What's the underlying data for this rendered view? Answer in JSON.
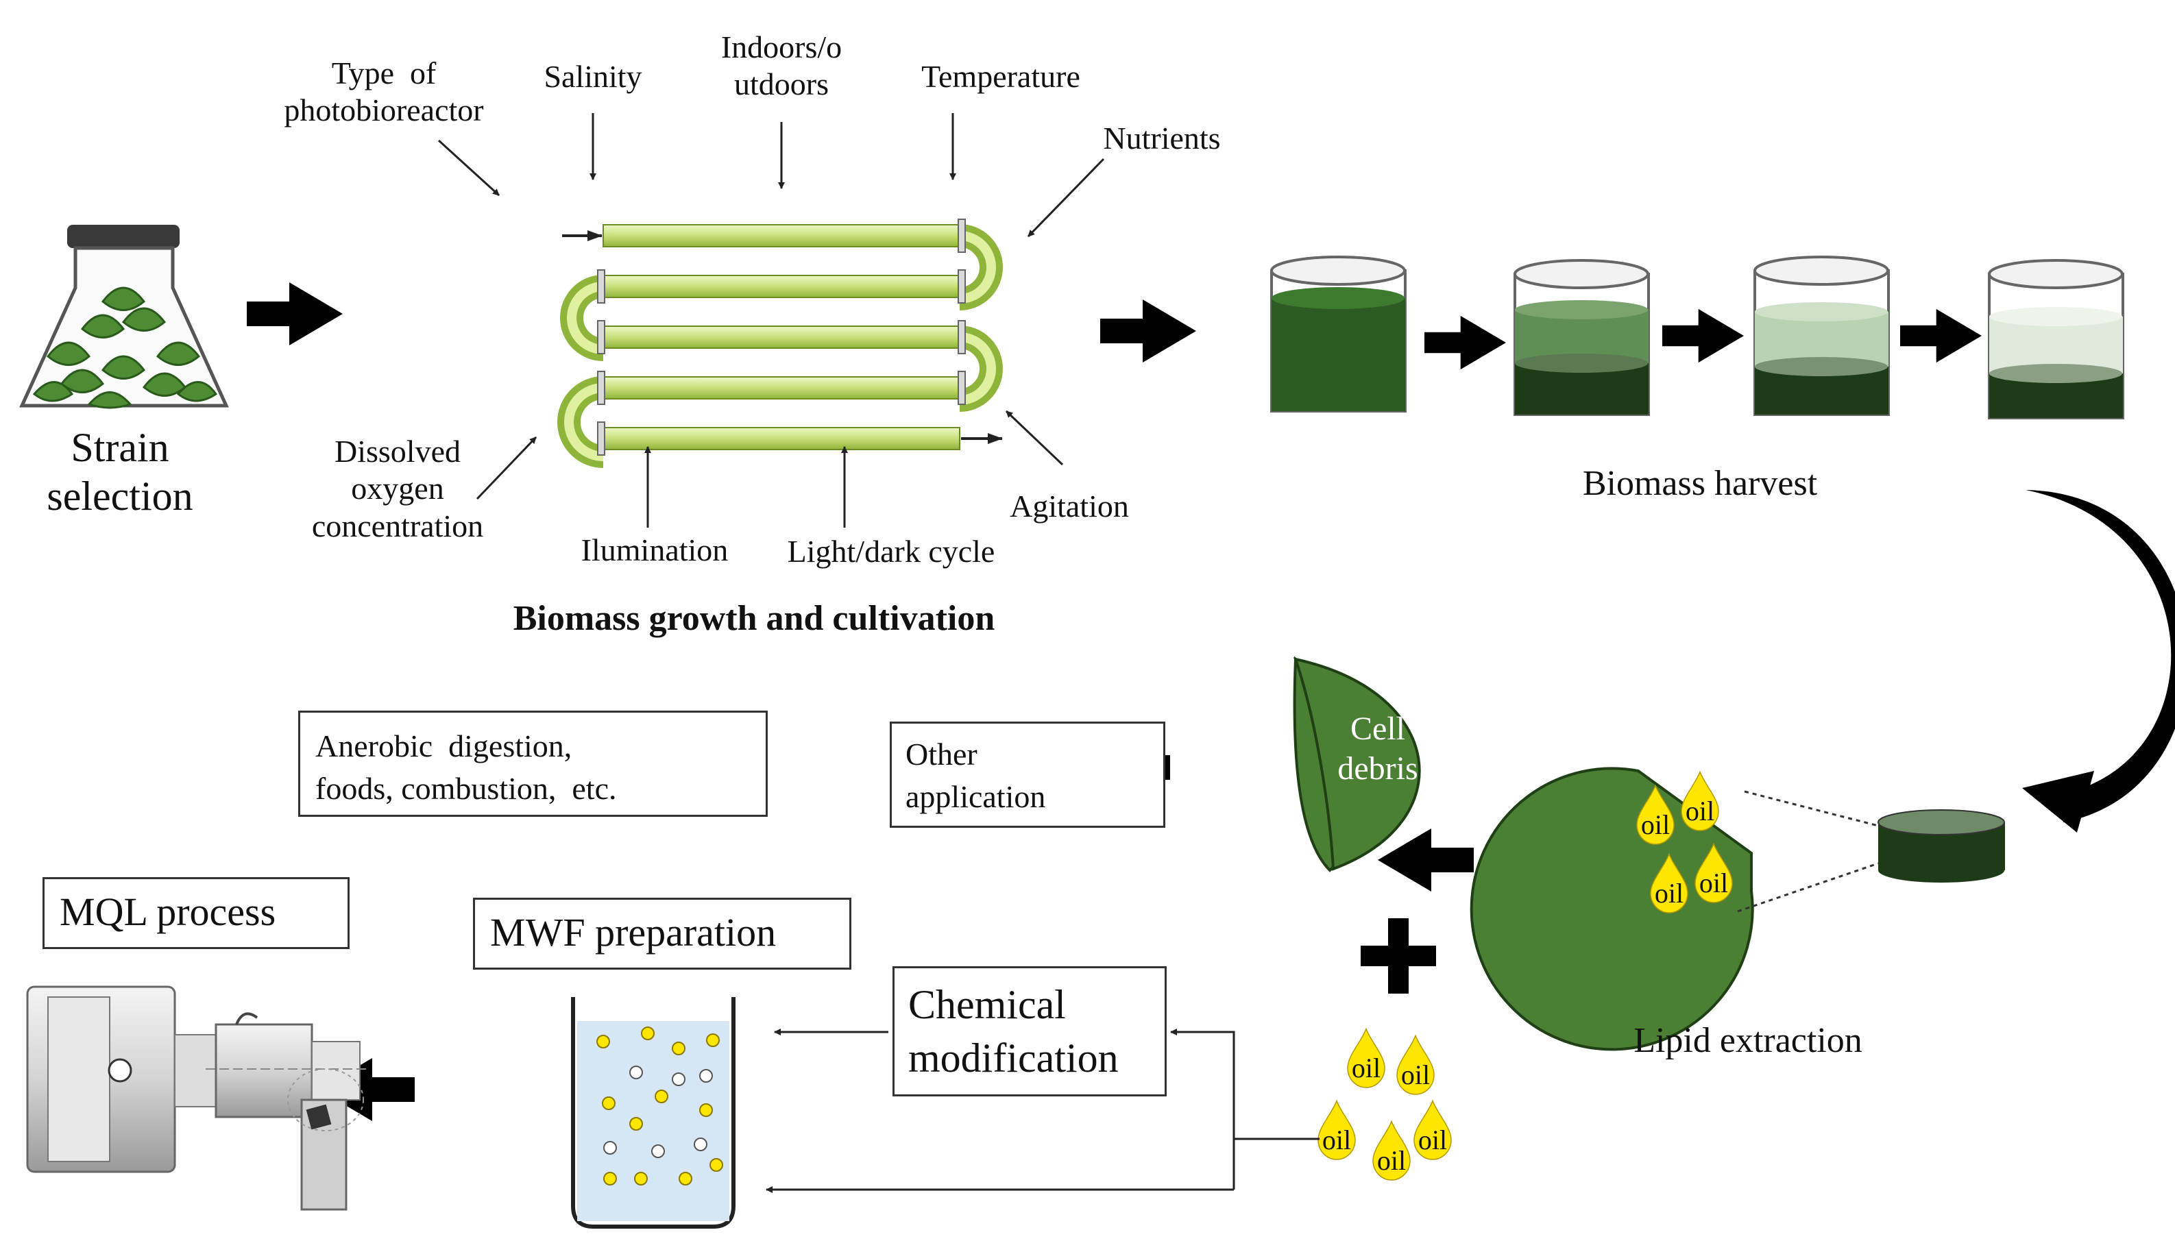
{
  "stages": {
    "strain": "Strain\nselection",
    "growth_title": "Biomass growth and cultivation",
    "harvest": "Biomass harvest",
    "lipid": "Lipid extraction"
  },
  "factors": {
    "type": "Type  of\nphotobioreactor",
    "salinity": "Salinity",
    "indoors": "Indoors/o\nutdoors",
    "temperature": "Temperature",
    "nutrients": "Nutrients",
    "dissolved": "Dissolved\noxygen\nconcentration",
    "illumination": "Ilumination",
    "lightdark": "Light/dark  cycle",
    "agitation": "Agitation"
  },
  "debris": "Cell\ndebris",
  "oil_label": "oil",
  "boxes": {
    "anerobic": "Anerobic  digestion,\nfoods, combustion,  etc.",
    "other": "Other\napplication",
    "mql": "MQL process",
    "mwf": "MWF preparation",
    "chemical": "Chemical\nmodification"
  },
  "colors": {
    "algae_green": "#3f7a2e",
    "dark_green": "#1d3b17",
    "tube_green": "#c9e07a",
    "oil_yellow": "#ffe600",
    "arrow": "#000000"
  }
}
